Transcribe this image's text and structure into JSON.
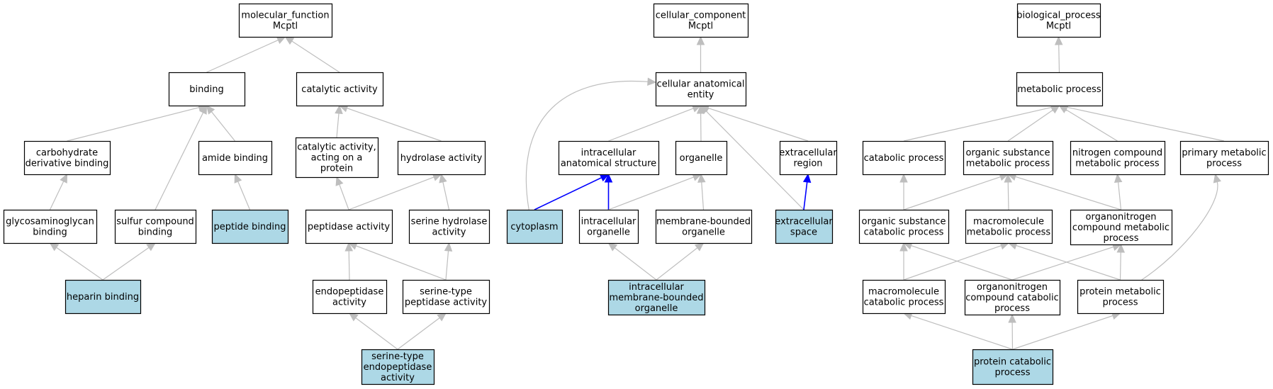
{
  "colors": {
    "background": "#ffffff",
    "node_fill": "#ffffff",
    "node_stroke": "#000000",
    "highlight_fill": "#add8e6",
    "edge_gray": "#bebebe",
    "edge_blue": "#0000ff"
  },
  "nodes": [
    {
      "id": "mf_root",
      "lines": [
        "molecular_function",
        "Mcptl"
      ],
      "highlight": false
    },
    {
      "id": "binding",
      "lines": [
        "binding"
      ],
      "highlight": false
    },
    {
      "id": "catalytic",
      "lines": [
        "catalytic activity"
      ],
      "highlight": false
    },
    {
      "id": "carb_deriv",
      "lines": [
        "carbohydrate",
        "derivative binding"
      ],
      "highlight": false
    },
    {
      "id": "amide_binding",
      "lines": [
        "amide binding"
      ],
      "highlight": false
    },
    {
      "id": "cat_protein",
      "lines": [
        "catalytic activity,",
        "acting on a",
        "protein"
      ],
      "highlight": false
    },
    {
      "id": "hydrolase",
      "lines": [
        "hydrolase activity"
      ],
      "highlight": false
    },
    {
      "id": "gag_binding",
      "lines": [
        "glycosaminoglycan",
        "binding"
      ],
      "highlight": false
    },
    {
      "id": "sulfur_binding",
      "lines": [
        "sulfur compound",
        "binding"
      ],
      "highlight": false
    },
    {
      "id": "peptide_binding",
      "lines": [
        "peptide binding"
      ],
      "highlight": true
    },
    {
      "id": "peptidase",
      "lines": [
        "peptidase activity"
      ],
      "highlight": false
    },
    {
      "id": "serine_hydrolase",
      "lines": [
        "serine hydrolase",
        "activity"
      ],
      "highlight": false
    },
    {
      "id": "heparin",
      "lines": [
        "heparin binding"
      ],
      "highlight": true
    },
    {
      "id": "endopeptidase",
      "lines": [
        "endopeptidase",
        "activity"
      ],
      "highlight": false
    },
    {
      "id": "serine_peptidase",
      "lines": [
        "serine-type",
        "peptidase activity"
      ],
      "highlight": false
    },
    {
      "id": "serine_endo",
      "lines": [
        "serine-type",
        "endopeptidase",
        "activity"
      ],
      "highlight": true
    },
    {
      "id": "cc_root",
      "lines": [
        "cellular_component",
        "Mcptl"
      ],
      "highlight": false
    },
    {
      "id": "cae",
      "lines": [
        "cellular anatomical",
        "entity"
      ],
      "highlight": false
    },
    {
      "id": "ias",
      "lines": [
        "intracellular",
        "anatomical structure"
      ],
      "highlight": false
    },
    {
      "id": "organelle",
      "lines": [
        "organelle"
      ],
      "highlight": false
    },
    {
      "id": "extracell_region",
      "lines": [
        "extracellular",
        "region"
      ],
      "highlight": false
    },
    {
      "id": "cytoplasm",
      "lines": [
        "cytoplasm"
      ],
      "highlight": true
    },
    {
      "id": "intra_organelle",
      "lines": [
        "intracellular",
        "organelle"
      ],
      "highlight": false
    },
    {
      "id": "mem_organelle",
      "lines": [
        "membrane-bounded",
        "organelle"
      ],
      "highlight": false
    },
    {
      "id": "extracell_space",
      "lines": [
        "extracellular",
        "space"
      ],
      "highlight": true
    },
    {
      "id": "intra_mem_organelle",
      "lines": [
        "intracellular",
        "membrane-bounded",
        "organelle"
      ],
      "highlight": true
    },
    {
      "id": "bp_root",
      "lines": [
        "biological_process",
        "Mcptl"
      ],
      "highlight": false
    },
    {
      "id": "metabolic",
      "lines": [
        "metabolic process"
      ],
      "highlight": false
    },
    {
      "id": "catabolic",
      "lines": [
        "catabolic process"
      ],
      "highlight": false
    },
    {
      "id": "org_sub_met",
      "lines": [
        "organic substance",
        "metabolic process"
      ],
      "highlight": false
    },
    {
      "id": "nitrogen_met",
      "lines": [
        "nitrogen compound",
        "metabolic process"
      ],
      "highlight": false
    },
    {
      "id": "primary_met",
      "lines": [
        "primary metabolic",
        "process"
      ],
      "highlight": false
    },
    {
      "id": "org_sub_cat",
      "lines": [
        "organic substance",
        "catabolic process"
      ],
      "highlight": false
    },
    {
      "id": "macro_met",
      "lines": [
        "macromolecule",
        "metabolic process"
      ],
      "highlight": false
    },
    {
      "id": "orgnit_met",
      "lines": [
        "organonitrogen",
        "compound metabolic",
        "process"
      ],
      "highlight": false
    },
    {
      "id": "macro_cat",
      "lines": [
        "macromolecule",
        "catabolic process"
      ],
      "highlight": false
    },
    {
      "id": "orgnit_cat",
      "lines": [
        "organonitrogen",
        "compound catabolic",
        "process"
      ],
      "highlight": false
    },
    {
      "id": "protein_met",
      "lines": [
        "protein metabolic",
        "process"
      ],
      "highlight": false
    },
    {
      "id": "protein_cat",
      "lines": [
        "protein catabolic",
        "process"
      ],
      "highlight": true
    }
  ],
  "edges": [
    {
      "from": "binding",
      "to": "mf_root",
      "color": "gray"
    },
    {
      "from": "catalytic",
      "to": "mf_root",
      "color": "gray"
    },
    {
      "from": "carb_deriv",
      "to": "binding",
      "color": "gray"
    },
    {
      "from": "amide_binding",
      "to": "binding",
      "color": "gray"
    },
    {
      "from": "sulfur_binding",
      "to": "binding",
      "color": "gray"
    },
    {
      "from": "cat_protein",
      "to": "catalytic",
      "color": "gray"
    },
    {
      "from": "hydrolase",
      "to": "catalytic",
      "color": "gray"
    },
    {
      "from": "gag_binding",
      "to": "carb_deriv",
      "color": "gray"
    },
    {
      "from": "peptide_binding",
      "to": "amide_binding",
      "color": "gray"
    },
    {
      "from": "peptidase",
      "to": "cat_protein",
      "color": "gray"
    },
    {
      "from": "peptidase",
      "to": "hydrolase",
      "color": "gray"
    },
    {
      "from": "serine_hydrolase",
      "to": "hydrolase",
      "color": "gray"
    },
    {
      "from": "heparin",
      "to": "gag_binding",
      "color": "gray"
    },
    {
      "from": "heparin",
      "to": "sulfur_binding",
      "color": "gray"
    },
    {
      "from": "endopeptidase",
      "to": "peptidase",
      "color": "gray"
    },
    {
      "from": "serine_peptidase",
      "to": "peptidase",
      "color": "gray"
    },
    {
      "from": "serine_peptidase",
      "to": "serine_hydrolase",
      "color": "gray"
    },
    {
      "from": "serine_endo",
      "to": "endopeptidase",
      "color": "gray"
    },
    {
      "from": "serine_endo",
      "to": "serine_peptidase",
      "color": "gray"
    },
    {
      "from": "cae",
      "to": "cc_root",
      "color": "gray"
    },
    {
      "from": "ias",
      "to": "cae",
      "color": "gray"
    },
    {
      "from": "organelle",
      "to": "cae",
      "color": "gray"
    },
    {
      "from": "extracell_region",
      "to": "cae",
      "color": "gray"
    },
    {
      "from": "cytoplasm",
      "to": "cae",
      "color": "gray",
      "curve": true
    },
    {
      "from": "extracell_space",
      "to": "cae",
      "color": "gray"
    },
    {
      "from": "cytoplasm",
      "to": "ias",
      "color": "blue"
    },
    {
      "from": "intra_organelle",
      "to": "ias",
      "color": "blue"
    },
    {
      "from": "intra_organelle",
      "to": "organelle",
      "color": "gray"
    },
    {
      "from": "mem_organelle",
      "to": "organelle",
      "color": "gray"
    },
    {
      "from": "extracell_space",
      "to": "extracell_region",
      "color": "blue"
    },
    {
      "from": "intra_mem_organelle",
      "to": "intra_organelle",
      "color": "gray"
    },
    {
      "from": "intra_mem_organelle",
      "to": "mem_organelle",
      "color": "gray"
    },
    {
      "from": "metabolic",
      "to": "bp_root",
      "color": "gray"
    },
    {
      "from": "catabolic",
      "to": "metabolic",
      "color": "gray"
    },
    {
      "from": "org_sub_met",
      "to": "metabolic",
      "color": "gray"
    },
    {
      "from": "nitrogen_met",
      "to": "metabolic",
      "color": "gray"
    },
    {
      "from": "primary_met",
      "to": "metabolic",
      "color": "gray"
    },
    {
      "from": "org_sub_cat",
      "to": "catabolic",
      "color": "gray"
    },
    {
      "from": "org_sub_cat",
      "to": "org_sub_met",
      "color": "gray"
    },
    {
      "from": "macro_met",
      "to": "org_sub_met",
      "color": "gray"
    },
    {
      "from": "orgnit_met",
      "to": "org_sub_met",
      "color": "gray"
    },
    {
      "from": "orgnit_met",
      "to": "nitrogen_met",
      "color": "gray"
    },
    {
      "from": "macro_cat",
      "to": "org_sub_cat",
      "color": "gray"
    },
    {
      "from": "macro_cat",
      "to": "macro_met",
      "color": "gray"
    },
    {
      "from": "orgnit_cat",
      "to": "org_sub_cat",
      "color": "gray"
    },
    {
      "from": "orgnit_cat",
      "to": "orgnit_met",
      "color": "gray"
    },
    {
      "from": "protein_met",
      "to": "macro_met",
      "color": "gray"
    },
    {
      "from": "protein_met",
      "to": "orgnit_met",
      "color": "gray"
    },
    {
      "from": "protein_met",
      "to": "primary_met",
      "color": "gray",
      "curve": true
    },
    {
      "from": "protein_cat",
      "to": "macro_cat",
      "color": "gray"
    },
    {
      "from": "protein_cat",
      "to": "orgnit_cat",
      "color": "gray"
    },
    {
      "from": "protein_cat",
      "to": "protein_met",
      "color": "gray"
    }
  ]
}
